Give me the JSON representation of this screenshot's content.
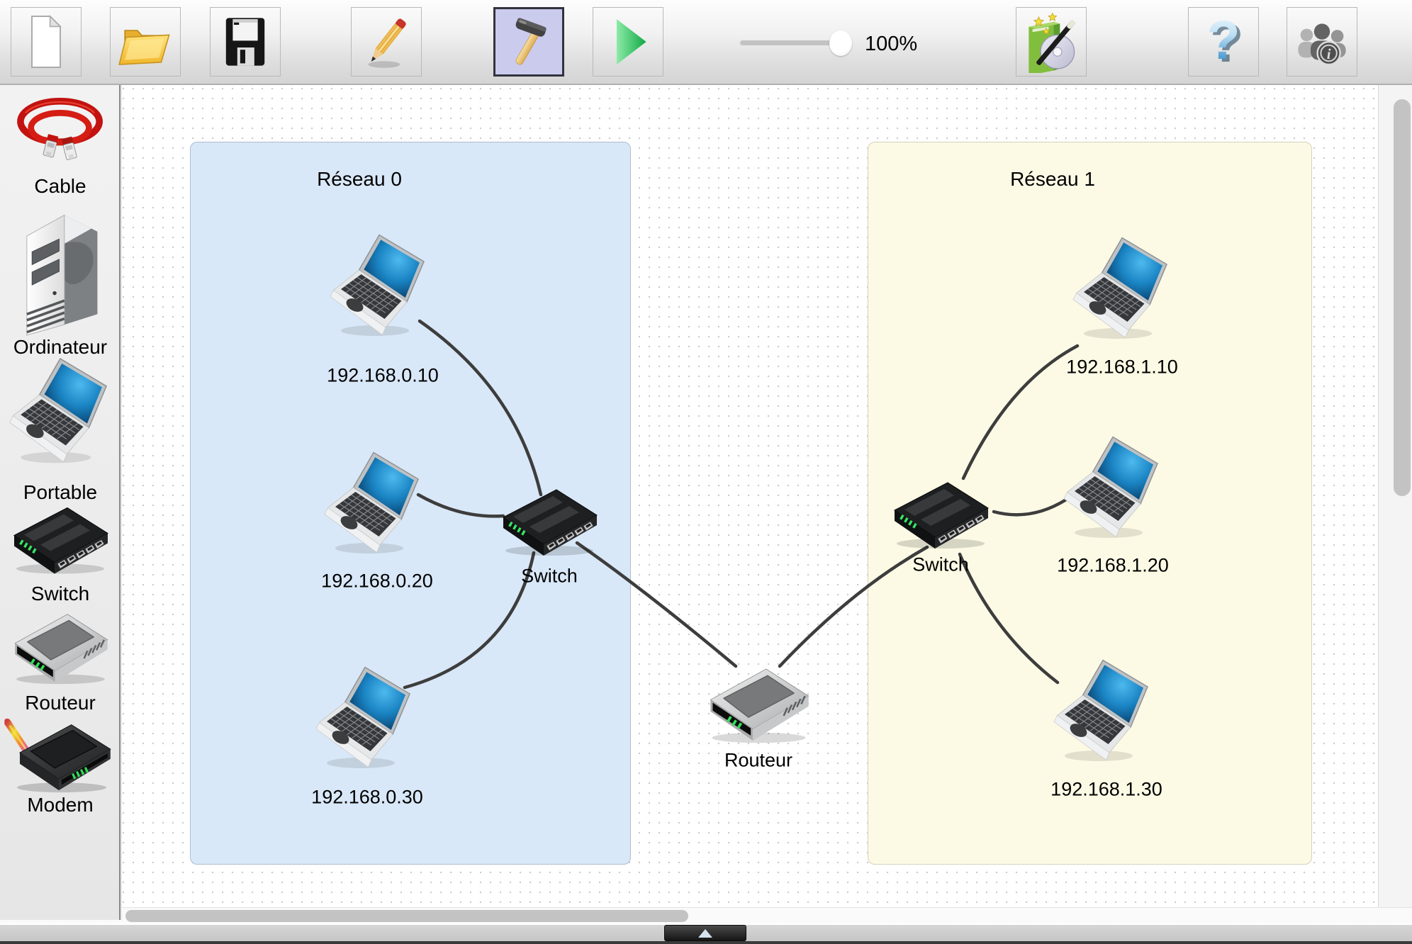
{
  "toolbar": {
    "zoom_value": "100%",
    "buttons": {
      "new": "Nouveau",
      "open": "Ouvrir",
      "save": "Enregistrer",
      "design": "Mode conception",
      "simulate": "Mode simulation",
      "wizard": "Assistant",
      "help": "Aide",
      "about": "A propos"
    }
  },
  "sidebar": {
    "items": [
      {
        "label": "Cable"
      },
      {
        "label": "Ordinateur"
      },
      {
        "label": "Portable"
      },
      {
        "label": "Switch"
      },
      {
        "label": "Routeur"
      },
      {
        "label": "Modem"
      }
    ]
  },
  "canvas": {
    "networks": [
      {
        "title": "Réseau 0",
        "switch_label": "Switch",
        "hosts": [
          {
            "ip": "192.168.0.10"
          },
          {
            "ip": "192.168.0.20"
          },
          {
            "ip": "192.168.0.30"
          }
        ]
      },
      {
        "title": "Réseau 1",
        "switch_label": "Switch",
        "hosts": [
          {
            "ip": "192.168.1.10"
          },
          {
            "ip": "192.168.1.20"
          },
          {
            "ip": "192.168.1.30"
          }
        ]
      }
    ],
    "router_label": "Routeur"
  },
  "colors": {
    "network0_fill": "#d9e8f8",
    "network1_fill": "#fcfae5",
    "selected_tool_bg": "#cbcbee",
    "cable_stroke": "#3d3d3d"
  }
}
